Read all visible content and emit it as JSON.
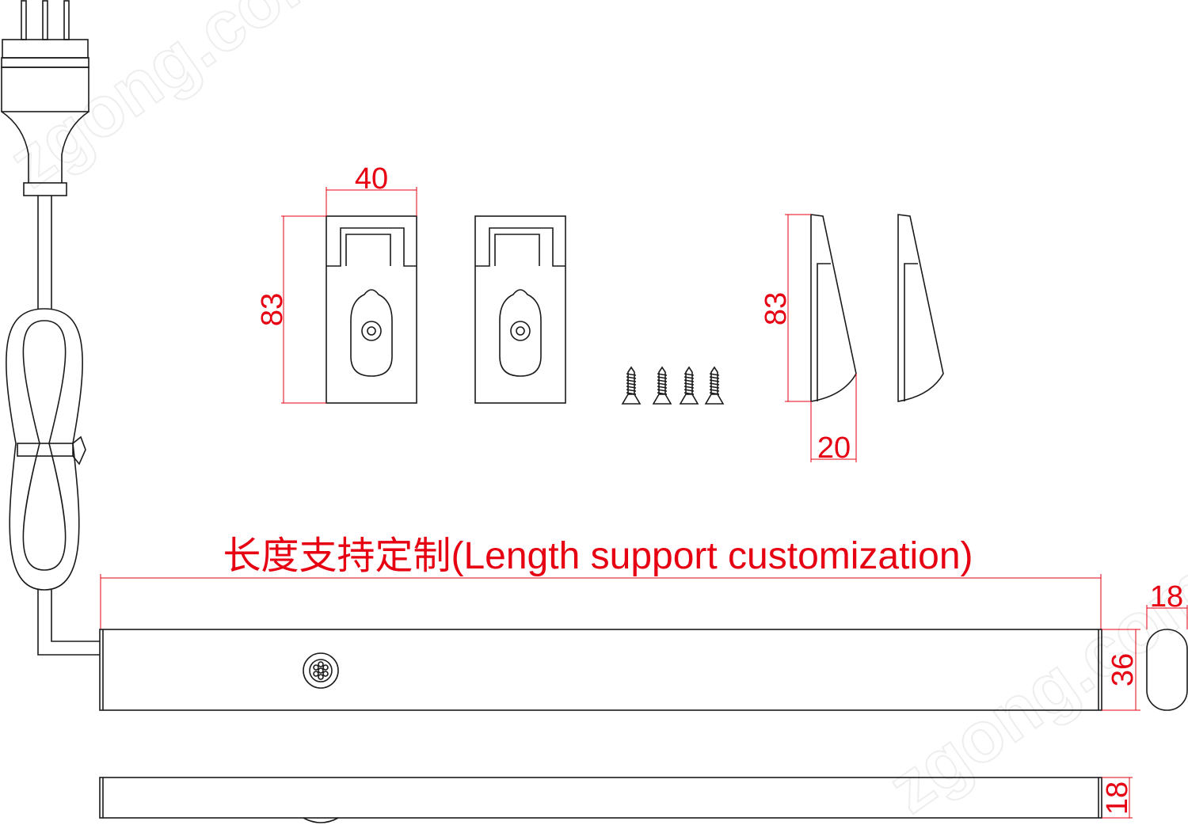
{
  "watermark": "zgong.com",
  "colors": {
    "dimension": "#e60012",
    "line": "#1a1a1a"
  },
  "brackets": {
    "width_label": "40",
    "height_label": "83"
  },
  "side_clip": {
    "height_label": "83",
    "depth_label": "20"
  },
  "bar": {
    "length_note": "长度支持定制(Length support customization)",
    "height_label": "36",
    "thickness_label": "18"
  },
  "end_cap": {
    "width_label": "18"
  }
}
